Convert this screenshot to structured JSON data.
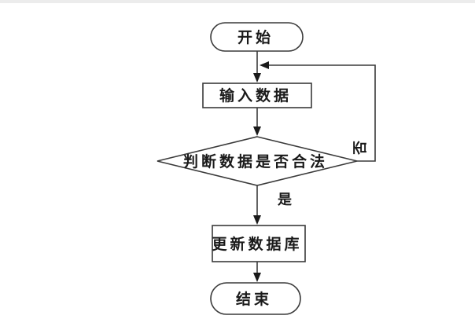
{
  "page": {
    "background_color": "#ffffff",
    "top_band_color": "#ececec"
  },
  "flowchart": {
    "line_color": "#3a3a3a",
    "text_color": "#1a1a1a",
    "shape_fill": "#ffffff",
    "nodes": {
      "start": {
        "type": "terminator",
        "label": "开始"
      },
      "input": {
        "type": "process",
        "label": "输入数据"
      },
      "decision": {
        "type": "decision",
        "label": "判断数据是否合法"
      },
      "update": {
        "type": "process",
        "label": "更新数据库"
      },
      "end": {
        "type": "terminator",
        "label": "结束"
      }
    },
    "branches": {
      "yes_label": "是",
      "no_label": "否"
    }
  }
}
